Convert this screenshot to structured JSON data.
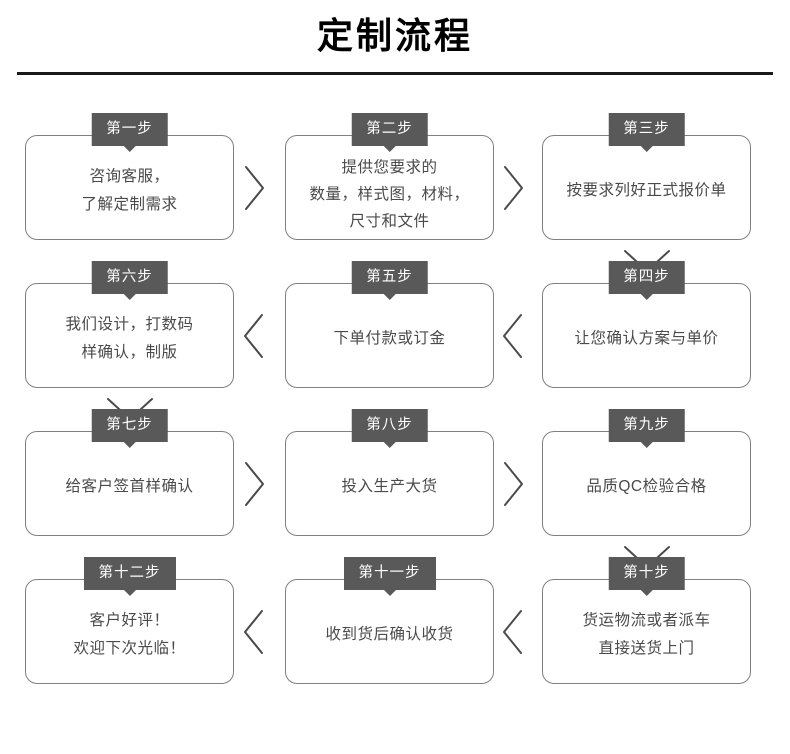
{
  "header": {
    "title": "定制流程"
  },
  "flow": {
    "rows": [
      {
        "direction": "left-to-right",
        "steps": [
          {
            "badge": "第一步",
            "text": "咨询客服，\n了解定制需求",
            "lines": 2
          },
          {
            "badge": "第二步",
            "text": "提供您要求的\n数量，样式图，材料，\n尺寸和文件",
            "lines": 3
          },
          {
            "badge": "第三步",
            "text": "按要求列好正式报价单",
            "lines": 1
          }
        ],
        "separators": [
          "chevron-right-icon",
          "chevron-right-icon"
        ],
        "down_connector": {
          "icon": "chevron-down-icon",
          "column": 3
        }
      },
      {
        "direction": "right-to-left",
        "steps": [
          {
            "badge": "第六步",
            "text": "我们设计，打数码\n样确认，制版",
            "lines": 2
          },
          {
            "badge": "第五步",
            "text": "下单付款或订金",
            "lines": 1
          },
          {
            "badge": "第四步",
            "text": "让您确认方案与单价",
            "lines": 1
          }
        ],
        "separators": [
          "chevron-left-icon",
          "chevron-left-icon"
        ],
        "down_connector": {
          "icon": "chevron-down-icon",
          "column": 1
        }
      },
      {
        "direction": "left-to-right",
        "steps": [
          {
            "badge": "第七步",
            "text": "给客户签首样确认",
            "lines": 1
          },
          {
            "badge": "第八步",
            "text": "投入生产大货",
            "lines": 1
          },
          {
            "badge": "第九步",
            "text": "品质QC检验合格",
            "lines": 1
          }
        ],
        "separators": [
          "chevron-right-icon",
          "chevron-right-icon"
        ],
        "down_connector": {
          "icon": "chevron-down-icon",
          "column": 3
        }
      },
      {
        "direction": "right-to-left",
        "steps": [
          {
            "badge": "第十二步",
            "text": "客户好评！\n欢迎下次光临！",
            "lines": 2
          },
          {
            "badge": "第十一步",
            "text": "收到货后确认收货",
            "lines": 1
          },
          {
            "badge": "第十步",
            "text": "货运物流或者派车\n直接送货上门",
            "lines": 2
          }
        ],
        "separators": [
          "chevron-left-icon",
          "chevron-left-icon"
        ],
        "down_connector": null
      }
    ]
  },
  "colors": {
    "badge_bg": "#595959",
    "badge_text": "#ffffff",
    "card_border": "#808080",
    "card_text": "#4a4a4a",
    "title_text": "#000000",
    "rule": "#1a1a1a",
    "connector": "#4a4a4a",
    "background": "#ffffff"
  }
}
